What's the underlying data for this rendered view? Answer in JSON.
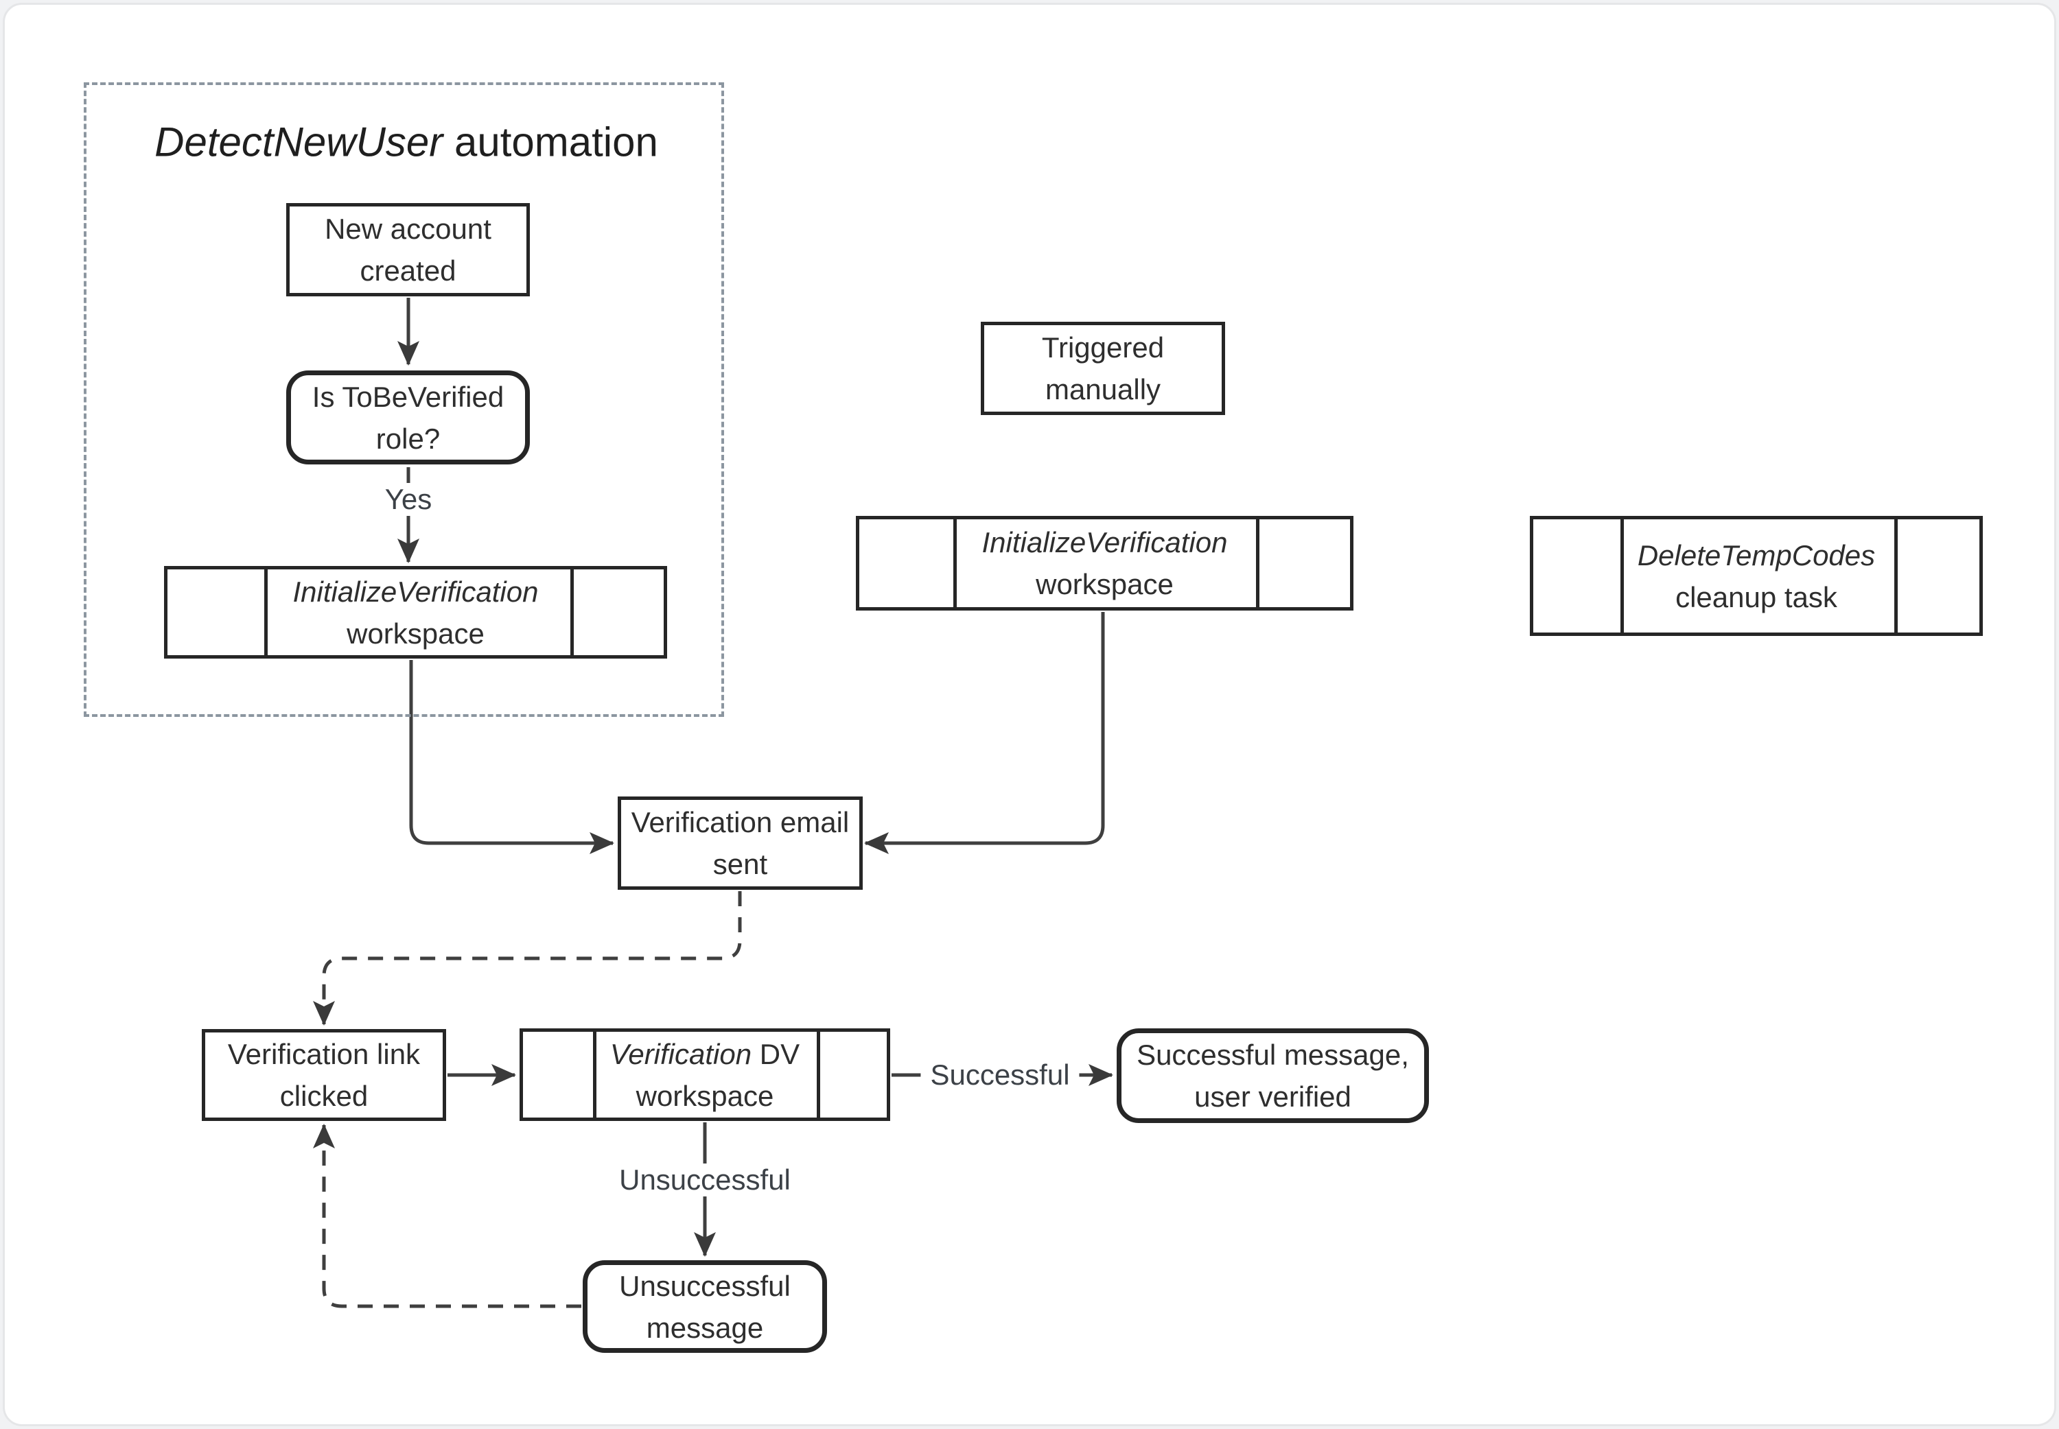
{
  "page": {
    "background": "#f1f2f4",
    "card_background": "#ffffff"
  },
  "group": {
    "title_italic": "DetectNewUser",
    "title_rest": " automation"
  },
  "nodes": {
    "new_account": {
      "line1": "New account",
      "line2": "created"
    },
    "is_tobeverified": {
      "line1": "Is ToBeVerified",
      "line2": "role?"
    },
    "init_ws_detect": {
      "line1_italic": "InitializeVerification",
      "line2": "workspace"
    },
    "triggered_manually": {
      "line1": "Triggered",
      "line2": "manually"
    },
    "init_ws_manual": {
      "line1_italic": "InitializeVerification",
      "line2": "workspace"
    },
    "delete_temp_codes": {
      "line1_italic": "DeleteTempCodes",
      "line2": "cleanup task"
    },
    "email_sent": {
      "line1": "Verification email",
      "line2": "sent"
    },
    "link_clicked": {
      "line1": "Verification link",
      "line2": "clicked"
    },
    "dv_workspace": {
      "line1_italic": "Verification",
      "line1_rest": " DV",
      "line2": "workspace"
    },
    "successful_msg": {
      "line1": "Successful message,",
      "line2": "user verified"
    },
    "unsuccessful_msg": {
      "line1": "Unsuccessful",
      "line2": "message"
    }
  },
  "edge_labels": {
    "yes": "Yes",
    "successful": "Successful",
    "unsuccessful": "Unsuccessful"
  },
  "colors": {
    "node_border": "#262626",
    "edge": "#3f3f3f",
    "group_border": "#8c96a0",
    "node_text": "#2e2e2e",
    "edge_label_text": "#3c4147"
  }
}
